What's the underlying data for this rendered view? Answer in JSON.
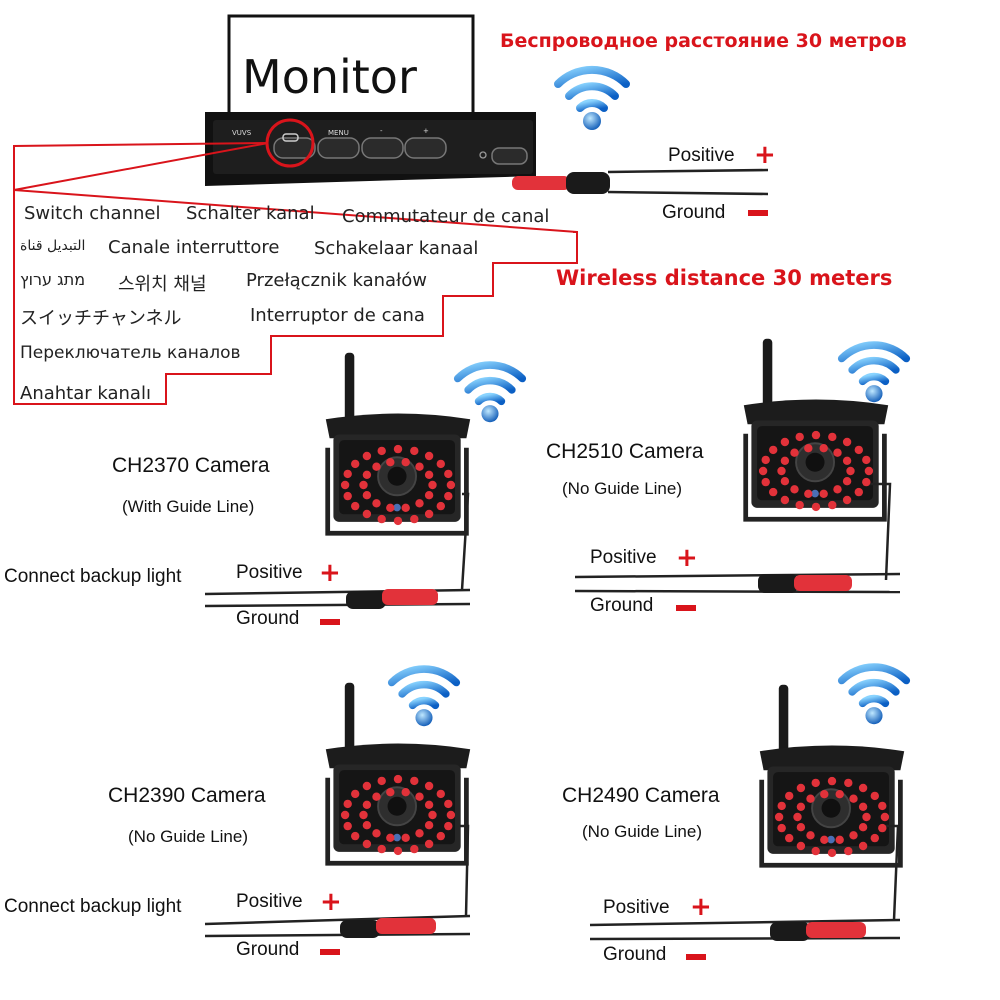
{
  "header": {
    "russian_title": "Беспроводное расстояние 30 метров",
    "english_title": "Wireless distance 30 meters"
  },
  "monitor": {
    "label": "Monitor",
    "buttons": [
      "VUVS",
      "MENU",
      "-",
      "+"
    ],
    "positive_label": "Positive",
    "ground_label": "Ground"
  },
  "switch_channel_labels": [
    "Switch channel",
    "Schalter kanal",
    "Commutateur de canal",
    "التبديل قناة",
    "Canale interruttore",
    "Schakelaar kanaal",
    "מתג ערוץ",
    "스위치 채널",
    "Przełącznik kanałów",
    "スイッチチャンネル",
    "Interruptor de cana",
    "Переключатель каналов",
    "Anahtar kanalı"
  ],
  "cameras": [
    {
      "title": "CH2370 Camera",
      "subtitle": "(With Guide Line)",
      "connect_label": "Connect backup light",
      "positive_label": "Positive",
      "ground_label": "Ground"
    },
    {
      "title": "CH2510 Camera",
      "subtitle": "(No Guide Line)",
      "connect_label": "",
      "positive_label": "Positive",
      "ground_label": "Ground"
    },
    {
      "title": "CH2390 Camera",
      "subtitle": "(No Guide Line)",
      "connect_label": "Connect backup light",
      "positive_label": "Positive",
      "ground_label": "Ground"
    },
    {
      "title": "CH2490 Camera",
      "subtitle": "(No Guide Line)",
      "connect_label": "",
      "positive_label": "Positive",
      "ground_label": "Ground"
    }
  ],
  "colors": {
    "accent_red": "#d9141b",
    "wifi_blue": "#1e7fd8",
    "connector_red": "#e2323a",
    "cable_dark": "#222222"
  },
  "icons": [
    "wifi-icon",
    "plus-sign",
    "minus-sign",
    "antenna",
    "infrared-led"
  ]
}
